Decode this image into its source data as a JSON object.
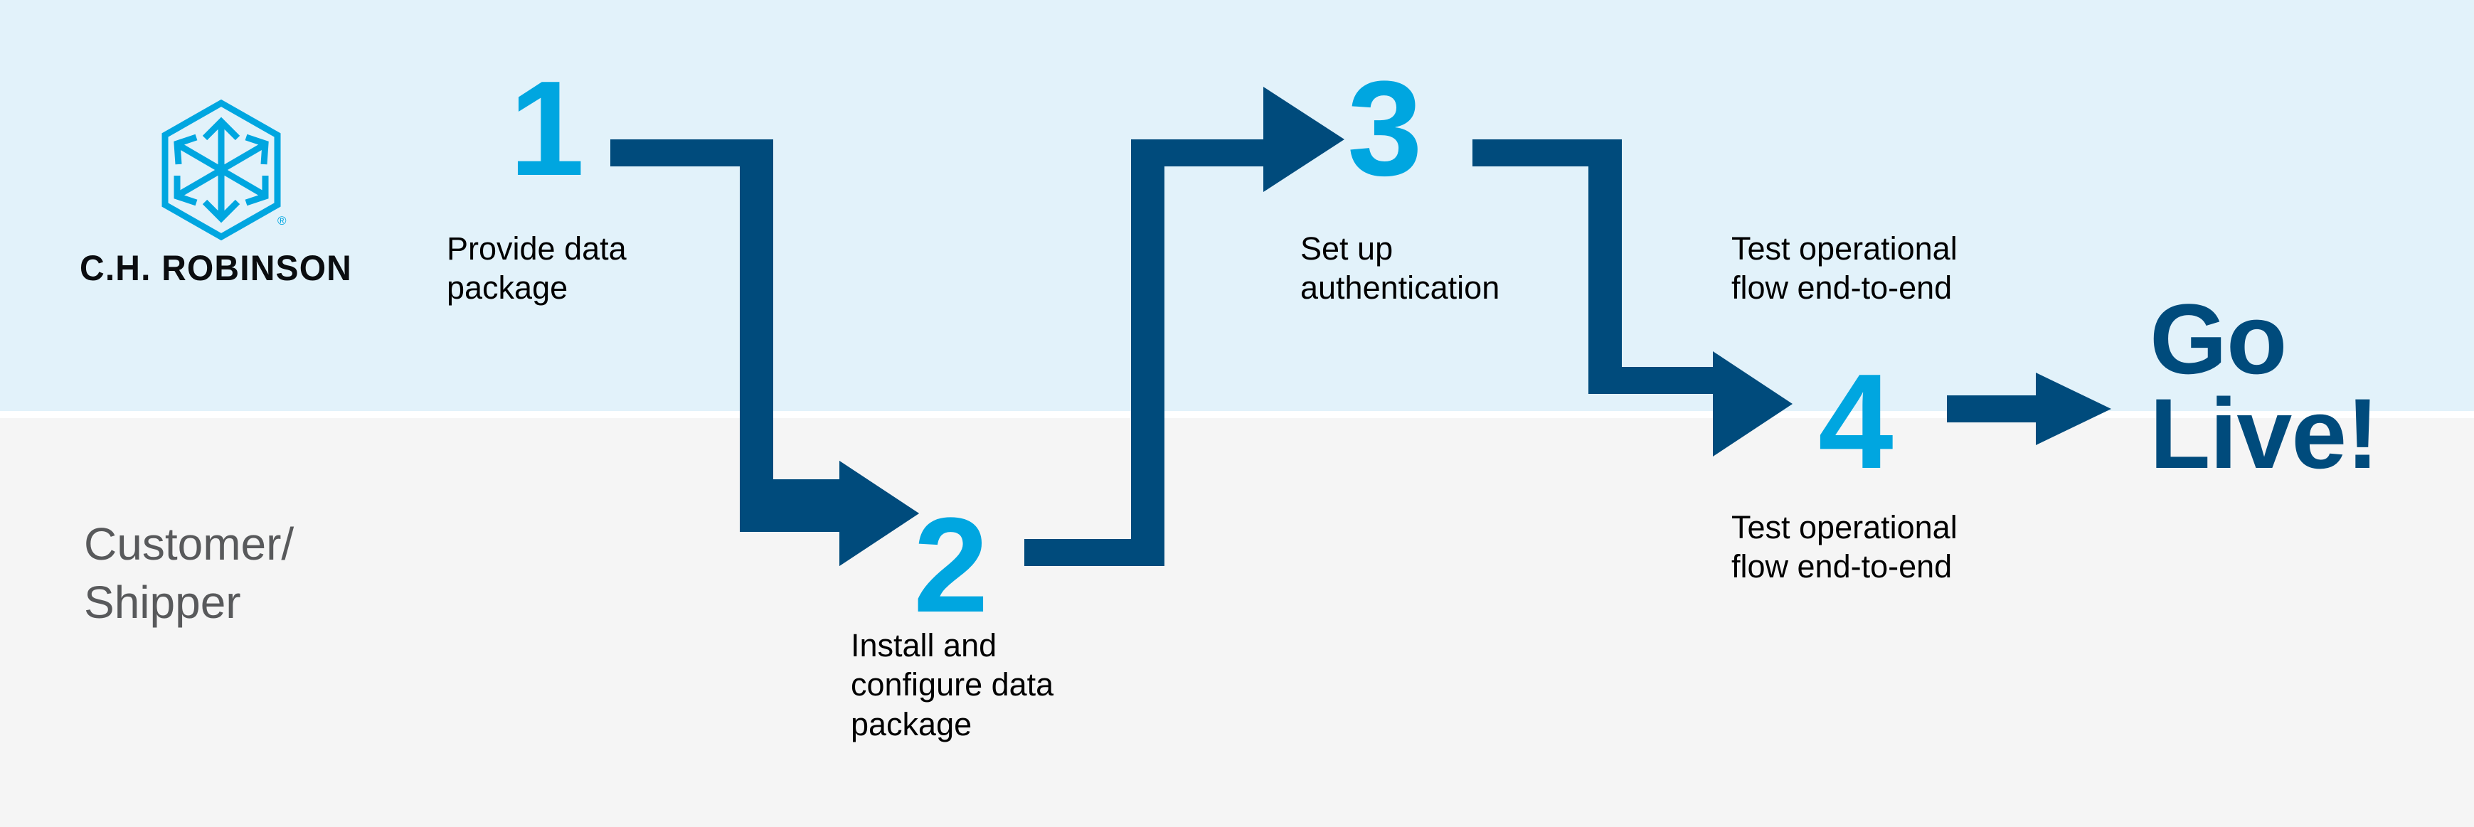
{
  "brand": {
    "logo_icon": "chr-cube-hexagon-logo",
    "wordmark": "C.H. ROBINSON",
    "registered_mark": "®",
    "logo_color": "#00a6e0"
  },
  "colors": {
    "band_top": "#e2f2fa",
    "band_bottom": "#f5f5f5",
    "accent_cyan": "#00a6e0",
    "navy": "#004b7c",
    "caption_text": "#000000",
    "lane_text": "#58595b"
  },
  "lanes": {
    "top_label": "",
    "bottom_label": "Customer/\nShipper"
  },
  "steps": [
    {
      "number": "1",
      "caption": "Provide data\npackage",
      "lane": "top"
    },
    {
      "number": "2",
      "caption": "Install and\nconfigure data\npackage",
      "lane": "bottom"
    },
    {
      "number": "3",
      "caption": "Set up\nauthentication",
      "lane": "top"
    },
    {
      "number": "4",
      "caption_above": "Test operational\nflow end-to-end",
      "caption_below": "Test operational\nflow end-to-end",
      "lane": "straddle"
    }
  ],
  "outcome": {
    "label": "Go\nLive!"
  },
  "connectors": [
    {
      "name": "step1-to-step2",
      "path": "right-then-down-then-right",
      "arrow": "right"
    },
    {
      "name": "step2-to-step3",
      "path": "right-then-up-then-right",
      "arrow": "right"
    },
    {
      "name": "step3-to-step4",
      "path": "right-then-down-then-right",
      "arrow": "right"
    },
    {
      "name": "step4-to-golive",
      "path": "right",
      "arrow": "right"
    }
  ]
}
